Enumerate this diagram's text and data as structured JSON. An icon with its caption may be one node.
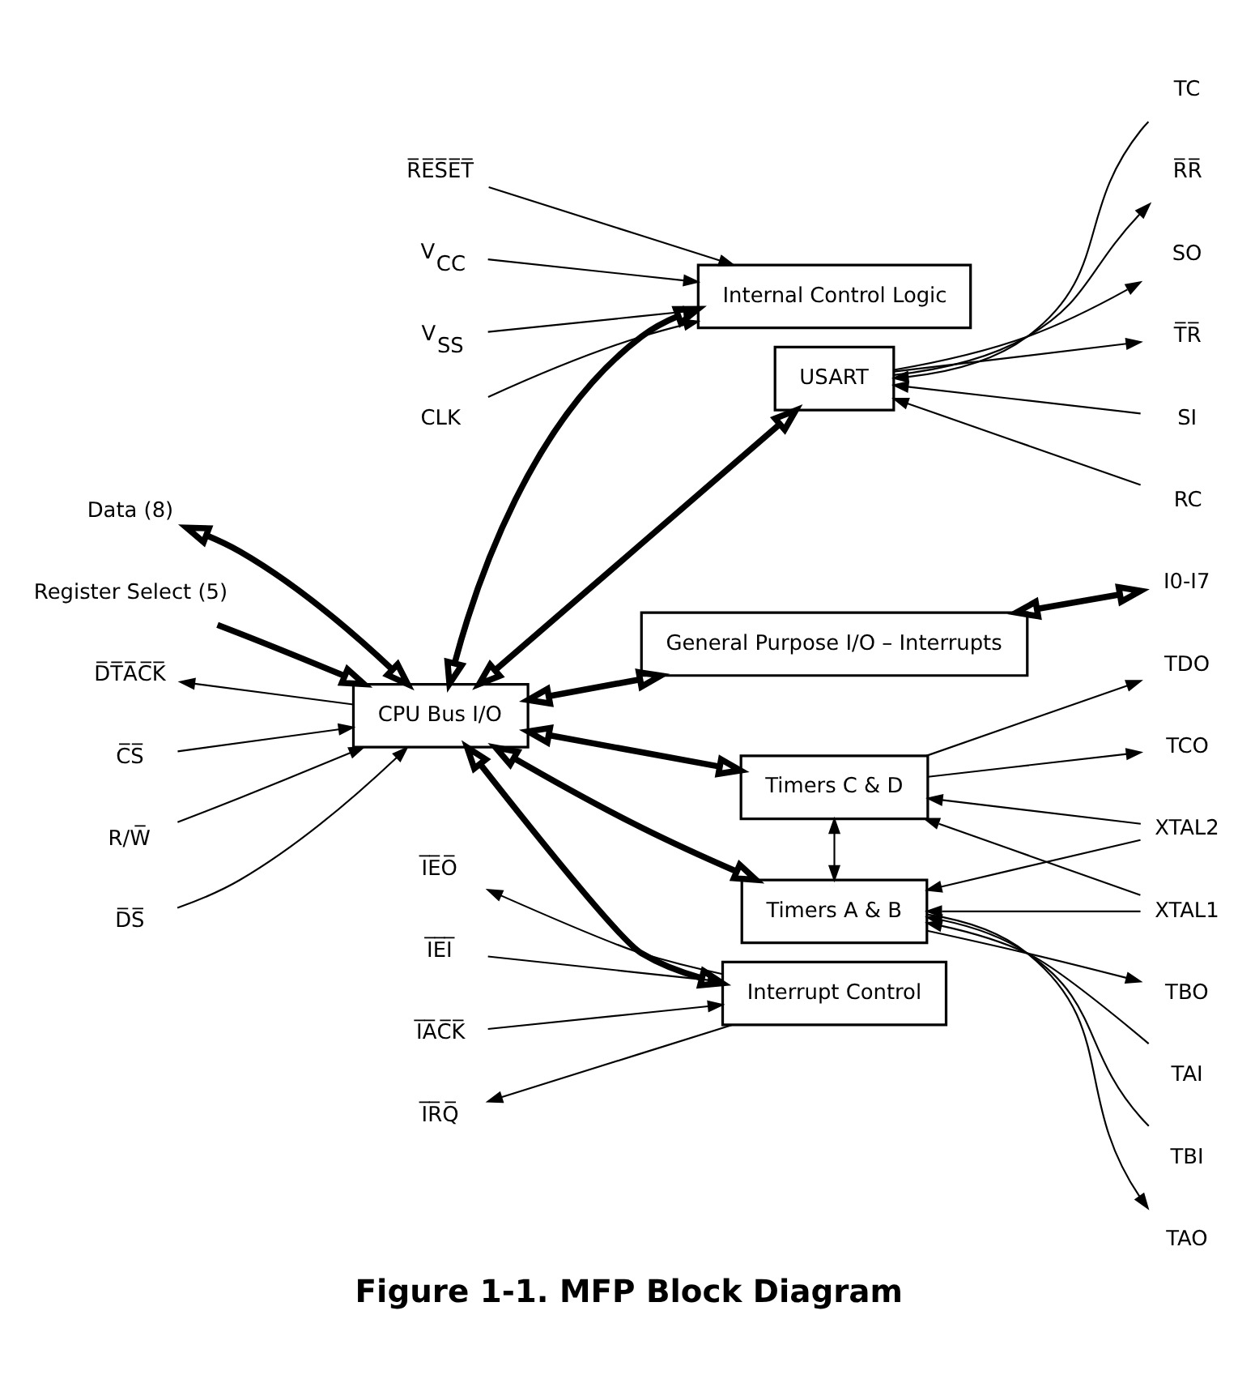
{
  "diagram": {
    "caption": "Figure 1-1. MFP Block Diagram",
    "nodes": [
      {
        "text": [
          "CLK"
        ]
      },
      {
        "text": [
          "R̅E̅S̅E̅T̅"
        ]
      },
      {
        "text": [
          "V$_{CC}$"
        ]
      },
      {
        "text": [
          "V$_{SS}$"
        ]
      },
      {
        "text": [
          "Internal Control Logic"
        ]
      },
      {
        "text": [
          "Timers C & D"
        ]
      },
      {
        "text": [
          "TCO"
        ]
      },
      {
        "text": [
          "TDO"
        ]
      },
      {
        "text": [
          "XTAL1"
        ]
      },
      {
        "text": [
          "XTAL2"
        ]
      },
      {
        "text": [
          "Data (8)"
        ]
      },
      {
        "text": [
          "Register Select (5)"
        ]
      },
      {
        "text": [
          "CPU Bus I/O"
        ]
      },
      {
        "text": [
          "Timers A & B"
        ]
      },
      {
        "text": [
          "TAO"
        ]
      },
      {
        "text": [
          "TAI"
        ]
      },
      {
        "text": [
          "TBO"
        ]
      },
      {
        "text": [
          "TBI"
        ]
      },
      {
        "text": [
          "C̅S̅"
        ]
      },
      {
        "text": [
          "R/W̅"
        ]
      },
      {
        "text": [
          "D̅S̅"
        ]
      },
      {
        "text": [
          "D̅T̅A̅C̅K̅"
        ]
      },
      {
        "text": [
          "USART"
        ]
      },
      {
        "text": [
          "R̅R̅"
        ]
      },
      {
        "text": [
          "SI"
        ]
      },
      {
        "text": [
          "RC"
        ]
      },
      {
        "text": [
          "SO"
        ]
      },
      {
        "text": [
          "TC"
        ]
      },
      {
        "text": [
          "T̅R̅"
        ]
      },
      {
        "text": [
          "General Purpose I/O – Interrupts"
        ]
      },
      {
        "text": [
          "I0-I7"
        ]
      },
      {
        "text": [
          "Interrupt Control"
        ]
      },
      {
        "text": [
          "I̅R̅Q̅"
        ]
      },
      {
        "text": [
          "I̅E̅I̅"
        ]
      },
      {
        "text": [
          "I̅E̅O̅"
        ]
      },
      {
        "text": [
          "I̅A̅C̅K̅"
        ]
      }
    ],
    "edges": [
      {
        "from": 0,
        "to": 4,
        "arrow": "to"
      },
      {
        "from": 1,
        "to": 4,
        "arrow": "to"
      },
      {
        "from": 2,
        "to": 4,
        "arrow": "to"
      },
      {
        "from": 3,
        "to": 4,
        "arrow": "to"
      },
      {
        "from": 10,
        "to": 12,
        "arrow": "both",
        "style": "thick"
      },
      {
        "from": 11,
        "to": 12,
        "arrow": "to",
        "style": "thick"
      },
      {
        "from": 18,
        "to": 12,
        "arrow": "to"
      },
      {
        "from": 19,
        "to": 12,
        "arrow": "to"
      },
      {
        "from": 20,
        "to": 12,
        "arrow": "to"
      },
      {
        "from": 12,
        "to": 21,
        "arrow": "to"
      },
      {
        "from": 12,
        "to": 4,
        "arrow": "both",
        "style": "thick"
      },
      {
        "from": 12,
        "to": 5,
        "arrow": "both",
        "style": "thick"
      },
      {
        "from": 12,
        "to": 13,
        "arrow": "both",
        "style": "thick"
      },
      {
        "from": 12,
        "to": 22,
        "arrow": "both",
        "style": "thick"
      },
      {
        "from": 12,
        "to": 29,
        "arrow": "both",
        "style": "thick"
      },
      {
        "from": 12,
        "to": 31,
        "arrow": "both",
        "style": "thick"
      },
      {
        "from": 5,
        "to": 6,
        "arrow": "to"
      },
      {
        "from": 5,
        "to": 7,
        "arrow": "to"
      },
      {
        "from": 5,
        "to": 13,
        "arrow": "both"
      },
      {
        "from": 8,
        "to": 5,
        "arrow": "to"
      },
      {
        "from": 8,
        "to": 13,
        "arrow": "to"
      },
      {
        "from": 9,
        "to": 5,
        "arrow": "to"
      },
      {
        "from": 9,
        "to": 13,
        "arrow": "to"
      },
      {
        "from": 13,
        "to": 14,
        "arrow": "to"
      },
      {
        "from": 15,
        "to": 13,
        "arrow": "to"
      },
      {
        "from": 13,
        "to": 16,
        "arrow": "to"
      },
      {
        "from": 17,
        "to": 13,
        "arrow": "to"
      },
      {
        "from": 22,
        "to": 23,
        "arrow": "to"
      },
      {
        "from": 24,
        "to": 22,
        "arrow": "to"
      },
      {
        "from": 25,
        "to": 22,
        "arrow": "to"
      },
      {
        "from": 22,
        "to": 26,
        "arrow": "to"
      },
      {
        "from": 27,
        "to": 22,
        "arrow": "to"
      },
      {
        "from": 22,
        "to": 28,
        "arrow": "to"
      },
      {
        "from": 29,
        "to": 30,
        "arrow": "both",
        "style": "thick"
      },
      {
        "from": 31,
        "to": 32,
        "arrow": "to"
      },
      {
        "from": 33,
        "to": 31,
        "arrow": "to"
      },
      {
        "from": 31,
        "to": 34,
        "arrow": "to"
      },
      {
        "from": 35,
        "to": 31,
        "arrow": "to"
      }
    ]
  }
}
